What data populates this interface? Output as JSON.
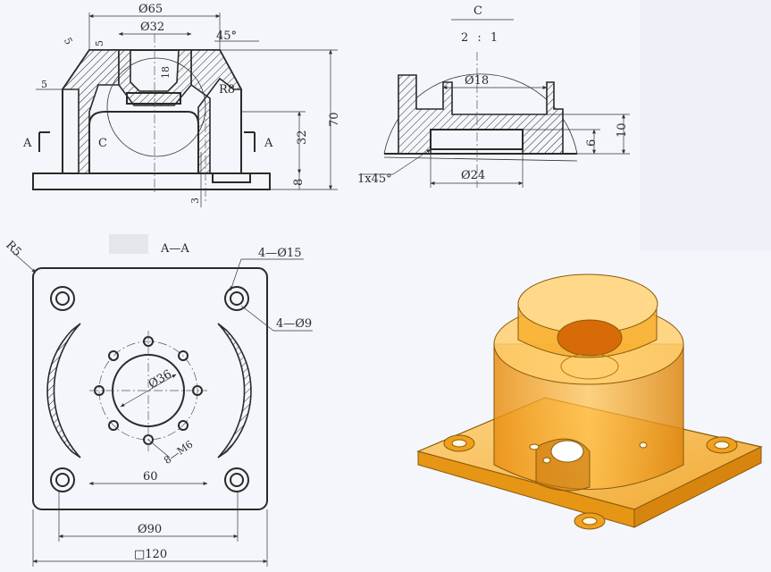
{
  "front_view": {
    "dims": {
      "d65": "Ø65",
      "d32": "Ø32",
      "angle45": "45°",
      "ch5_top": "5",
      "ch5_side": "5",
      "ch5_left": "5",
      "h18": "18",
      "r8": "R8",
      "h70": "70",
      "h32": "32",
      "h8": "8",
      "h3": "3"
    },
    "section_mark_left": "A",
    "section_mark_right": "A",
    "detail_mark": "C"
  },
  "detail_view": {
    "title": "C",
    "scale": "2 : 1",
    "dims": {
      "d18": "Ø18",
      "d24": "Ø24",
      "h6": "6",
      "h10": "10",
      "chamfer": "1x45°"
    }
  },
  "section_view": {
    "title": "A—A",
    "dims": {
      "r5": "R5",
      "holes15": "4—Ø15",
      "holes9": "4—Ø9",
      "d36": "Ø36",
      "m6": "8—M6",
      "w60": "60",
      "d90": "Ø90",
      "sq120": "□120"
    }
  },
  "render": {
    "colors": {
      "body": "#f3a81f",
      "shade": "#d98a10",
      "edge": "#8a5a0a"
    }
  }
}
